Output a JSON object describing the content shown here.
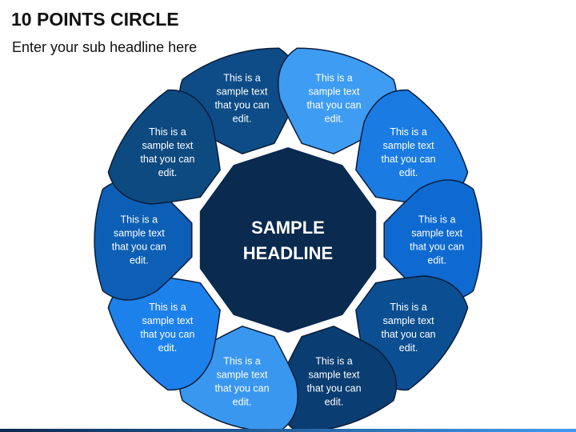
{
  "title": "10 POINTS CIRCLE",
  "subtitle": "Enter your sub headline here",
  "center": {
    "lines": [
      "SAMPLE",
      "HEADLINE"
    ],
    "color": "#0a2a4f"
  },
  "petals": [
    {
      "lines": [
        "This is a",
        "sample text",
        "that you can",
        "edit."
      ],
      "color": "#0d4c86"
    },
    {
      "lines": [
        "This is a",
        "sample text",
        "that you can",
        "edit."
      ],
      "color": "#3f9cf3"
    },
    {
      "lines": [
        "This is a",
        "sample text",
        "that you can",
        "edit."
      ],
      "color": "#1a7be3"
    },
    {
      "lines": [
        "This is a",
        "sample text",
        "that you can",
        "edit."
      ],
      "color": "#0e6ad1"
    },
    {
      "lines": [
        "This is a",
        "sample text",
        "that you can",
        "edit."
      ],
      "color": "#0b4f92"
    },
    {
      "lines": [
        "This is a",
        "sample text",
        "that you can",
        "edit."
      ],
      "color": "#0a3d72"
    },
    {
      "lines": [
        "This is a",
        "sample text",
        "that you can",
        "edit."
      ],
      "color": "#3a97f0"
    },
    {
      "lines": [
        "This is a",
        "sample text",
        "that you can",
        "edit."
      ],
      "color": "#1d81ec"
    },
    {
      "lines": [
        "This is a",
        "sample text",
        "that you can",
        "edit."
      ],
      "color": "#0c5fb5"
    },
    {
      "lines": [
        "This is a",
        "sample text",
        "that you can",
        "edit."
      ],
      "color": "#0d4a80"
    }
  ],
  "colors": {
    "bar_left": "#0a2a4f",
    "bar_right": "#3f9cf3"
  }
}
